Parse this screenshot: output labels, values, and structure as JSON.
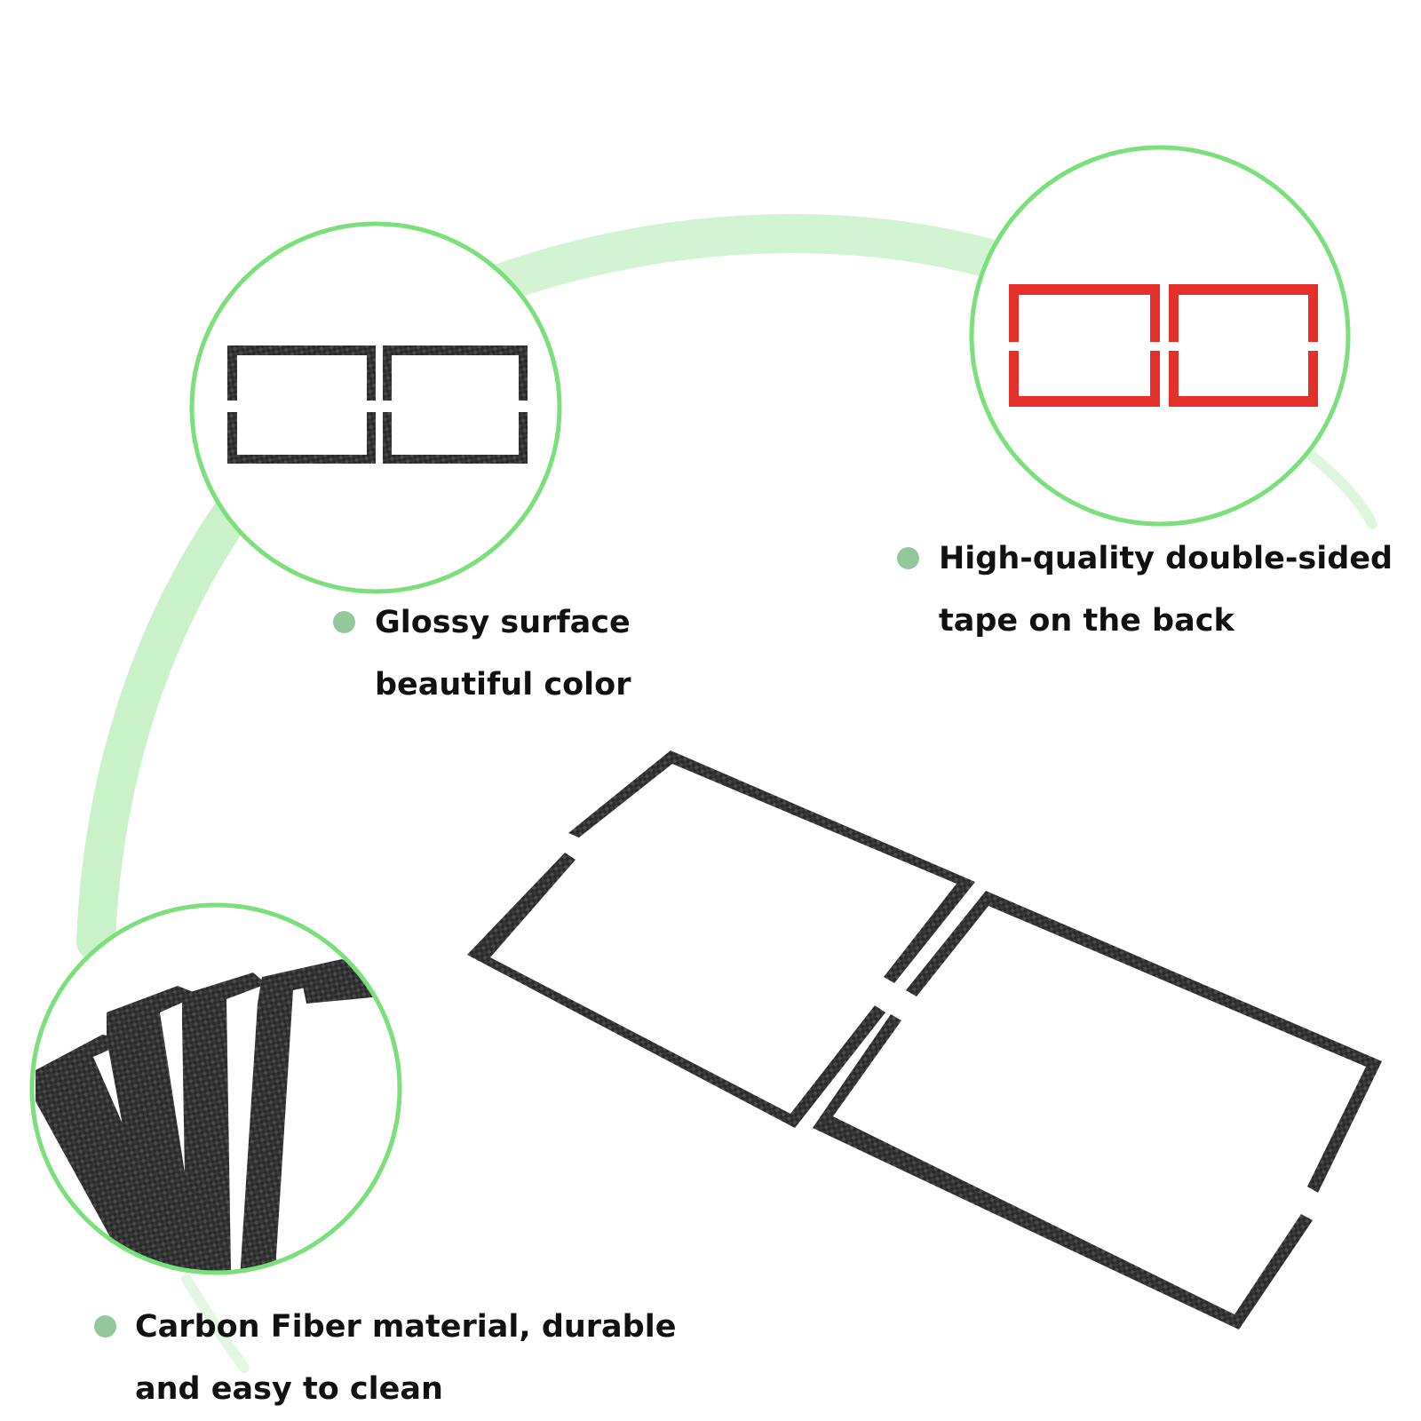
{
  "colors": {
    "accent_green": "#7be07c",
    "arc_green": "#c6f1c6",
    "bullet_green": "#93c99a",
    "carbon_dark": "#2b2b2b",
    "tape_red": "#e3312a",
    "text": "#111111"
  },
  "features": {
    "glossy": {
      "line1": "Glossy surface",
      "line2": "beautiful color"
    },
    "tape": {
      "line1": "High-quality double-sided",
      "line2": "tape on the back"
    },
    "carbon": {
      "line1": "Carbon Fiber material, durable",
      "line2": "and easy to clean"
    }
  },
  "icons": {
    "bullet": "green-dot-icon"
  }
}
